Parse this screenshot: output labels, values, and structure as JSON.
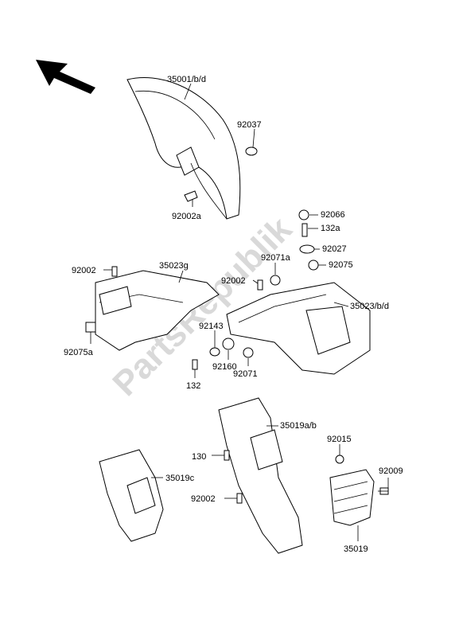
{
  "watermark": "PartsRepublik",
  "labels": {
    "l35001": "35001/b/d",
    "l92037": "92037",
    "l92002a": "92002a",
    "l92066": "92066",
    "l132a": "132a",
    "l92027": "92027",
    "l92071a": "92071a",
    "l92075": "92075",
    "l92002_top": "92002",
    "l35023g": "35023g",
    "l92002_mid": "92002",
    "l35023bd": "35023/b/d",
    "l92143": "92143",
    "l92075a": "92075a",
    "l92160": "92160",
    "l92071": "92071",
    "l132": "132",
    "l35019ab": "35019a/b",
    "l130": "130",
    "l35019c": "35019c",
    "l92015": "92015",
    "l92009": "92009",
    "l92002_low": "92002",
    "l35019": "35019"
  }
}
